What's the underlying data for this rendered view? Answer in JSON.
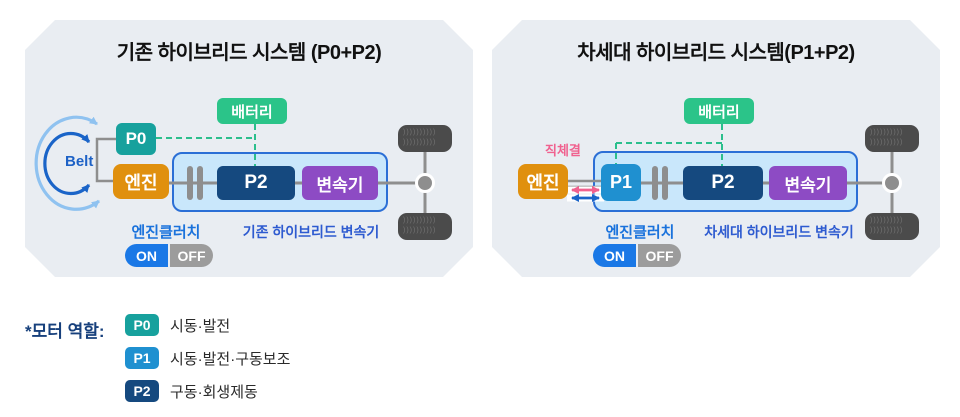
{
  "colors": {
    "panel_bg": "#e9edf2",
    "battery_green": "#2bc489",
    "p0_teal": "#17a19d",
    "p1_blue": "#1f90d0",
    "p2_navy": "#15497f",
    "transmission_purple": "#8d4bc4",
    "engine_orange": "#e0900e",
    "container_fill": "#c9e7fb",
    "container_border": "#2b6fd6",
    "clutch_caption_blue": "#1a72dc",
    "gearbox_caption_blue": "#2e5bd0",
    "direct_link_pink": "#f0618f",
    "belt_blue": "#1e62c6",
    "battery_dash_green": "#2bbf8d",
    "on_blue": "#1a78e6",
    "off_gray": "#9c9c9c",
    "line_gray": "#8e8e8e",
    "wheel_gray": "#4b4b4b"
  },
  "panels": [
    {
      "title": "기존 하이브리드 시스템 (P0+P2)",
      "battery_label": "배터리",
      "belt_label": "Belt",
      "motor_front_label": "P0",
      "engine_label": "엔진",
      "motor_main_label": "P2",
      "transmission_label": "변속기",
      "clutch_caption": "엔진클러치",
      "gearbox_caption": "기존 하이브리드 변속기",
      "toggle": {
        "on": "ON",
        "off": "OFF"
      }
    },
    {
      "title": "차세대 하이브리드 시스템(P1+P2)",
      "battery_label": "배터리",
      "direct_link_label": "직체결",
      "motor_front_label": "P1",
      "engine_label": "엔진",
      "motor_main_label": "P2",
      "transmission_label": "변속기",
      "clutch_caption": "엔진클러치",
      "gearbox_caption": "차세대 하이브리드 변속기",
      "toggle": {
        "on": "ON",
        "off": "OFF"
      }
    }
  ],
  "legend": {
    "heading": "*모터 역할:",
    "items": [
      {
        "badge": "P0",
        "badge_color": "#17a19d",
        "text": "시동·발전"
      },
      {
        "badge": "P1",
        "badge_color": "#1f90d0",
        "text": "시동·발전·구동보조"
      },
      {
        "badge": "P2",
        "badge_color": "#15497f",
        "text": "구동·회생제동"
      }
    ]
  }
}
